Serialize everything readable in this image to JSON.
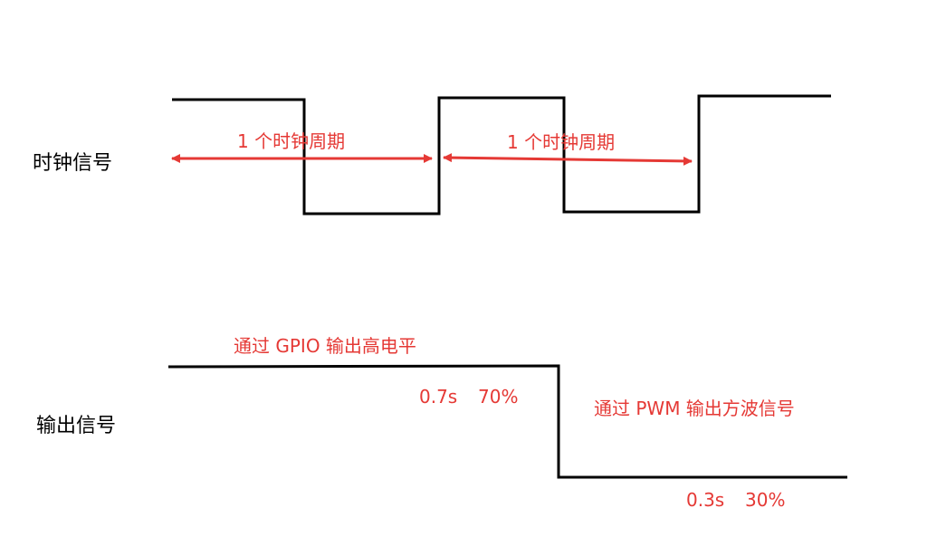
{
  "clock_section": {
    "label": "时钟信号",
    "period_label_1": "1 个时钟周期",
    "period_label_2": "1 个时钟周期"
  },
  "output_section": {
    "label": "输出信号",
    "gpio_text": "通过 GPIO 输出高电平",
    "high_duration": "0.7s",
    "high_percent": "70%",
    "pwm_text": "通过 PWM 输出方波信号",
    "low_duration": "0.3s",
    "low_percent": "30%"
  },
  "colors": {
    "waveform": "#000000",
    "annotation": "#e53935"
  }
}
